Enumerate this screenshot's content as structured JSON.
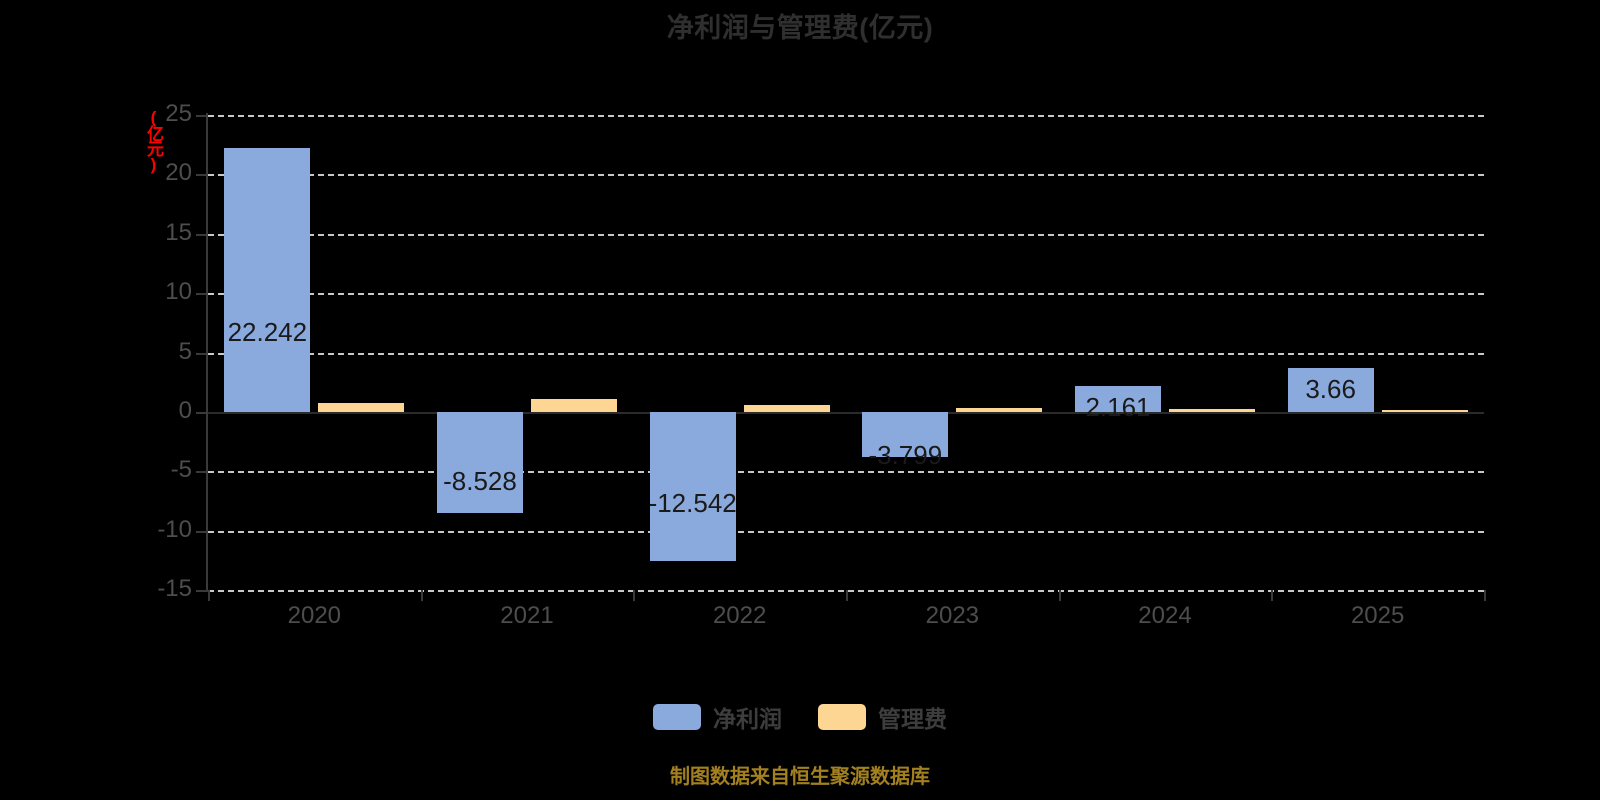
{
  "chart_data": {
    "type": "bar",
    "title": "净利润与管理费(亿元)",
    "xlabel": "",
    "ylabel": "(亿元)",
    "ylim": [
      -15,
      25
    ],
    "ytick_step": 5,
    "grid": true,
    "grid_style": "dashed-horizontal",
    "legend_position": "bottom-center",
    "categories": [
      "2020",
      "2021",
      "2022",
      "2023",
      "2024",
      "2025"
    ],
    "yticks": [
      "25",
      "20",
      "15",
      "10",
      "5",
      "0",
      "-5",
      "-10",
      "-15"
    ],
    "series": [
      {
        "name": "净利润",
        "color": "#8aa9dd",
        "values": [
          22.242,
          -8.528,
          -12.542,
          -3.799,
          2.161,
          3.66
        ],
        "labels": [
          "22.242",
          "-8.528",
          "-12.542",
          "-3.799",
          "2.161",
          "3.66"
        ]
      },
      {
        "name": "管理费",
        "color": "#fdd694",
        "values": [
          0.75,
          1.1,
          0.55,
          0.3,
          0.25,
          0.2
        ],
        "labels": [
          "",
          "",
          "",
          "",
          "",
          ""
        ]
      }
    ],
    "footer": "制图数据来自恒生聚源数据库"
  },
  "colors": {
    "background": "#000000",
    "profit_bar": "#8aa9dd",
    "admin_bar": "#fdd694",
    "title_text": "#2f2f2f",
    "tick_text": "#4d4d4d",
    "axis_title": "#ff0000",
    "gridline": "#d8d8d8",
    "footer_text": "#a3801f",
    "data_label": "#1a1a1a"
  }
}
